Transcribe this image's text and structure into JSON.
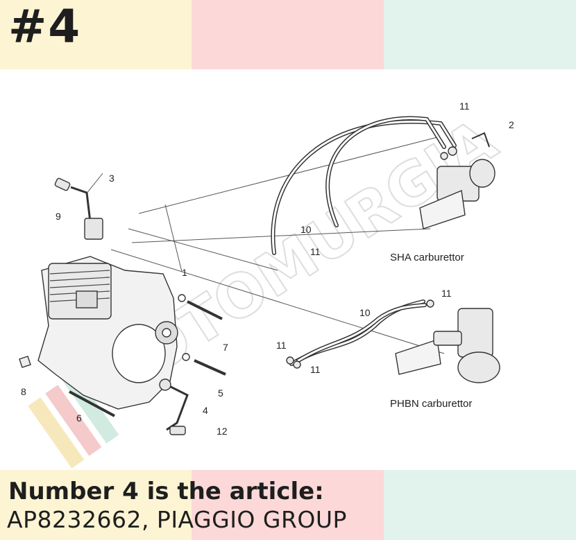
{
  "colors": {
    "band_yellow": "#fdf4d4",
    "band_pink": "#fcd8d8",
    "band_mint": "#e1f3ec",
    "text_dark": "#1e1e1e"
  },
  "heading": "#4",
  "caption": {
    "line1": "Number 4 is the article:",
    "line2": "AP8232662, PIAGGIO GROUP"
  },
  "watermark": "MOTOMURGIA",
  "diagram": {
    "callouts": [
      "1",
      "2",
      "3",
      "4",
      "5",
      "6",
      "7",
      "8",
      "9",
      "10",
      "11",
      "12"
    ],
    "callouts_extra": [
      "10",
      "11",
      "11",
      "11",
      "11"
    ],
    "sha_caption": "SHA carburettor",
    "phbn_caption": "PHBN carburettor"
  }
}
